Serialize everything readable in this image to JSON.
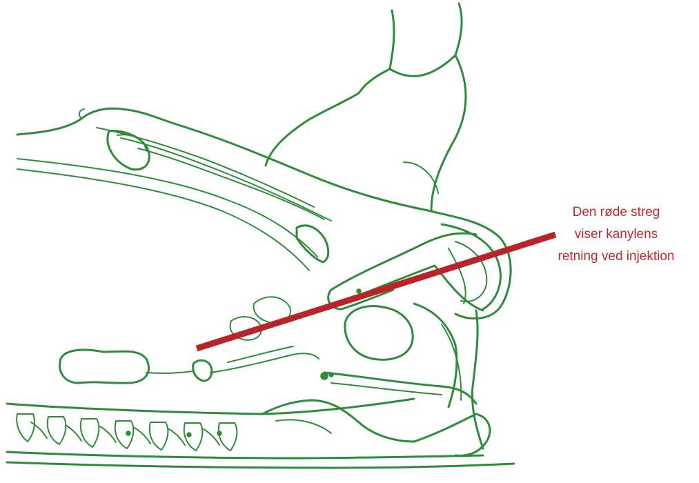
{
  "annotation": {
    "lines": [
      "Den røde streg",
      "viser kanylens",
      "retning ved injektion"
    ]
  },
  "colors": {
    "anatomy_outline": "#2e8b3a",
    "needle_line": "#b8242a",
    "annotation_text": "#c0282e",
    "background": "#ffffff"
  }
}
